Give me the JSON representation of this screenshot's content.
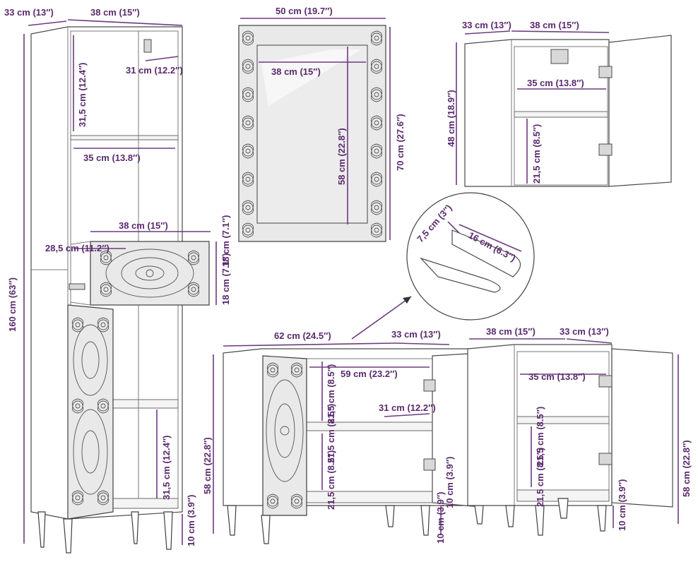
{
  "diagram": {
    "tall_cabinet": {
      "depth": "33 cm (13″)",
      "width": "38 cm (15″)",
      "shelf_depth": "31 cm (12.2″)",
      "upper_height": "31,5 cm (12.4″)",
      "inner_width": "35 cm (13.8″)",
      "drawer_width": "38 cm (15″)",
      "drawer_depth": "28,5 cm (11.2″)",
      "drawer_height_top": "18 cm (7.1″)",
      "drawer_height": "18 cm (7.1″)",
      "lower_height": "31,5 cm (12.4″)",
      "leg_height": "10 cm (3.9″)",
      "total_height": "160 cm (63″)"
    },
    "mirror": {
      "outer_width": "50 cm (19.7″)",
      "inner_width": "38 cm (15″)",
      "inner_height": "58 cm (22.8″)",
      "outer_height": "70 cm (27.6″)"
    },
    "wall_cabinet": {
      "depth": "33 cm (13″)",
      "width": "38 cm (15″)",
      "inner_width": "35 cm (13.8″)",
      "height": "48 cm (18.9″)",
      "lower_height": "21,5 cm (8.5″)"
    },
    "handle_detail": {
      "depth": "7,5 cm (3″)",
      "length": "16 cm (6.3″)"
    },
    "sink_cabinet": {
      "width": "62 cm (24.5″)",
      "depth": "33 cm (13″)",
      "inner_width": "59 cm (23.2″)",
      "upper_height": "21,5 cm (8.5″)",
      "shelf_depth": "31 cm (12.2″)",
      "lower_height": "21,5 cm (8.5″)",
      "lower_height_2": "21,5 cm (8.5″)",
      "height": "58 cm (22.8″)",
      "leg_height": "10 cm (3.9″)",
      "leg_height_2": "10 cm (3.9″)"
    },
    "small_cabinet": {
      "width": "38 cm (15″)",
      "depth": "33 cm (13″)",
      "inner_width": "35 cm (13.8″)",
      "upper_height": "21,5 cm (8.5″)",
      "lower_height": "21,5 cm (8.5″)",
      "leg_height": "10 cm (3.9″)",
      "height": "58 cm (22.8″)"
    }
  }
}
